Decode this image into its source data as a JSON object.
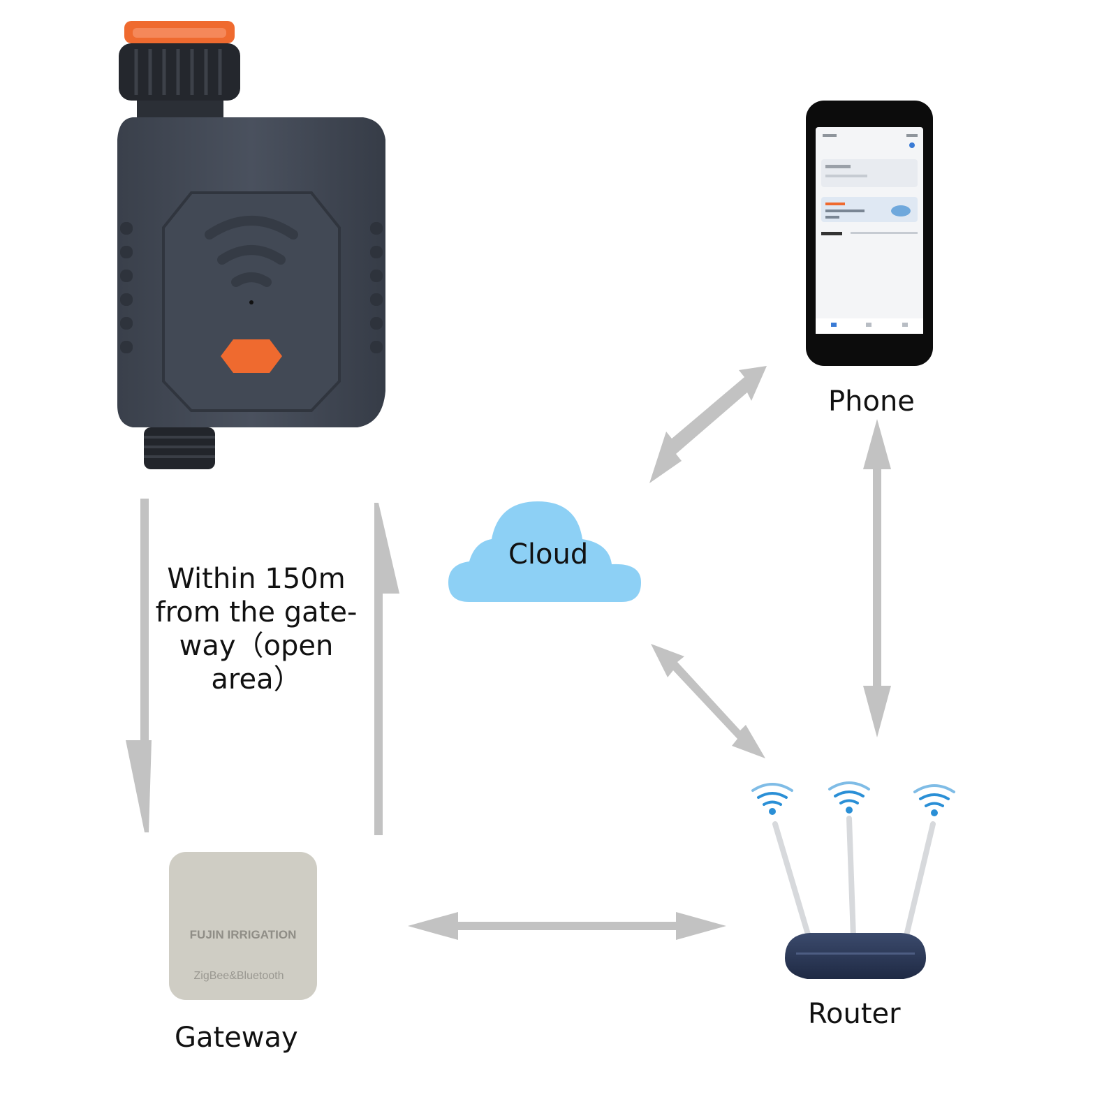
{
  "labels": {
    "phone": "Phone",
    "cloud": "Cloud",
    "router": "Router",
    "gateway": "Gateway"
  },
  "range_note": [
    "Within 150m",
    "from the gate-",
    "way（open",
    "area）"
  ],
  "gateway_device": {
    "brand": "FUJIN IRRIGATION",
    "protocols": "ZigBee&Bluetooth"
  },
  "colors": {
    "arrow": "#c2c2c2",
    "cloud": "#8dd0f5",
    "valve_body": "#3e4450",
    "valve_accent": "#ef6a2f",
    "router_body": "#2f3d5c",
    "wifi": "#2a8fd6",
    "gateway_box": "#cfcdc4"
  },
  "icons": [
    "water-valve-icon",
    "phone-icon",
    "cloud-icon",
    "router-icon",
    "gateway-icon",
    "wifi-icon"
  ]
}
